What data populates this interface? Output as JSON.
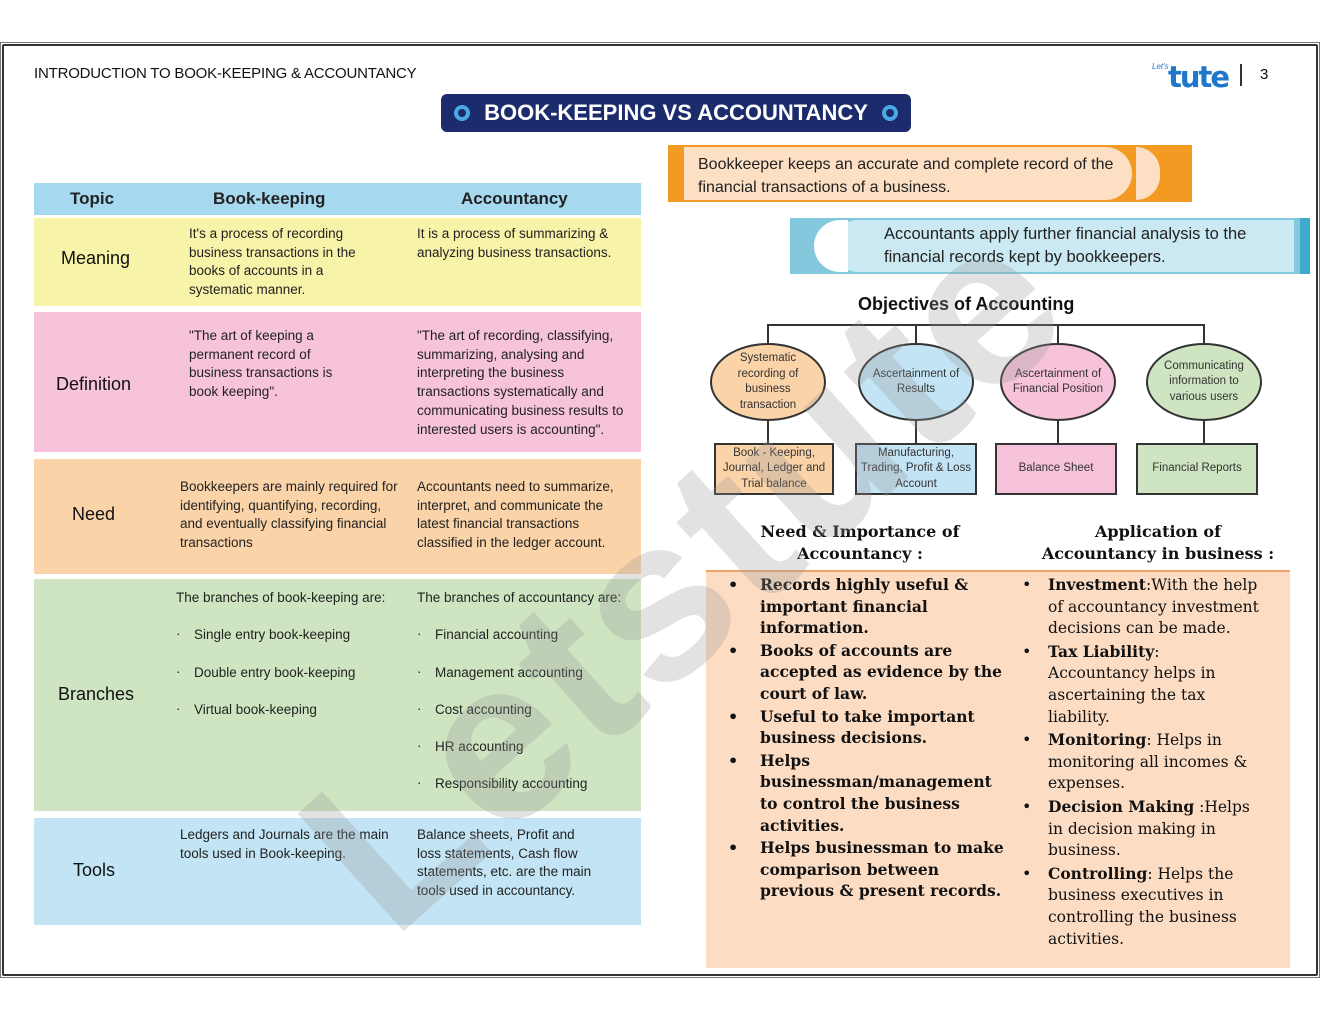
{
  "header": {
    "running_head": "INTRODUCTION TO BOOK-KEEPING & ACCOUNTANCY",
    "logo_small": "Let's",
    "logo_main": "tute",
    "page_number": "3"
  },
  "title": "BOOK-KEEPING VS ACCOUNTANCY",
  "watermark": "Letstute",
  "table": {
    "headers": {
      "topic": "Topic",
      "bookkeeping": "Book-keeping",
      "accountancy": "Accountancy"
    },
    "rows": [
      {
        "topic": "Meaning",
        "color": "#f7f3a8",
        "bookkeeping": "It's a process of recording business transactions in the books of accounts in a systematic manner.",
        "accountancy": "It is a process of summarizing & analyzing business transactions."
      },
      {
        "topic": "Definition",
        "color": "#f6c3da",
        "bookkeeping": "\"The art of keeping a permanent record of business transactions is book keeping\".",
        "accountancy": "\"The art of recording, classifying, summarizing, analysing and interpreting the business transactions systematically and communicating business results to interested users is accounting\"."
      },
      {
        "topic": "Need",
        "color": "#fbd3a8",
        "bookkeeping": "Bookkeepers are mainly required for identifying, quantifying, recording, and eventually classifying financial transactions",
        "accountancy": "Accountants need to summarize, interpret, and communicate the latest financial transactions classified in the ledger account."
      },
      {
        "topic": "Branches",
        "color": "#cfe5c1",
        "bookkeeping_intro": "The branches of book-keeping are:",
        "bookkeeping_items": [
          "Single entry book-keeping",
          "Double entry book-keeping",
          "Virtual book-keeping"
        ],
        "accountancy_intro": "The branches of accountancy are:",
        "accountancy_items": [
          "Financial accounting",
          "Management accounting",
          "Cost accounting",
          "HR accounting",
          "Responsibility accounting"
        ]
      },
      {
        "topic": "Tools",
        "color": "#c3e4f4",
        "bookkeeping": "Ledgers and Journals are the main tools used in Book-keeping.",
        "accountancy": "Balance sheets, Profit and loss statements, Cash flow statements, etc. are the main tools used in accountancy."
      }
    ]
  },
  "callouts": {
    "bookkeeper": "Bookkeeper keeps an accurate and complete record of the financial transactions of a business.",
    "accountants": "Accountants apply further financial analysis to the financial records kept by bookkeepers."
  },
  "objectives": {
    "title": "Objectives of Accounting",
    "items": [
      {
        "objective": "Systematic recording of business transaction",
        "color": "#fbd3a8",
        "result": "Book - Keeping, Journal, Ledger and Trial balance",
        "result_color": "#fbd3a8"
      },
      {
        "objective": "Ascertainment of Results",
        "color": "#c3e4f4",
        "result": "Manufacturing, Trading, Profit & Loss Account",
        "result_color": "#c3e4f4"
      },
      {
        "objective": "Ascertainment of Financial Position",
        "color": "#f6c3da",
        "result": "Balance Sheet",
        "result_color": "#f6c3da"
      },
      {
        "objective": "Communicating information to various users",
        "color": "#cfe5c1",
        "result": "Financial Reports",
        "result_color": "#cfe5c1"
      }
    ]
  },
  "need_importance": {
    "title": "Need & Importance of Accountancy :",
    "items": [
      "Records highly useful & important financial information.",
      "Books of accounts are accepted as evidence by the court of law.",
      "Useful to take important business decisions.",
      "Helps businessman/management to control the business activities.",
      "Helps businessman to make comparison between previous & present records."
    ]
  },
  "application": {
    "title": "Application of Accountancy in business :",
    "items": [
      {
        "term": "Investment",
        "text": ":With the help of accountancy investment decisions can be made."
      },
      {
        "term": "Tax Liability",
        "text": ": Accountancy helps in ascertaining the tax liability."
      },
      {
        "term": "Monitoring",
        "text": ": Helps in monitoring all incomes & expenses."
      },
      {
        "term": "Decision Making",
        "text": " :Helps in decision making in business."
      },
      {
        "term": "Controlling",
        "text": ": Helps the business executives in controlling the business activities."
      }
    ]
  }
}
